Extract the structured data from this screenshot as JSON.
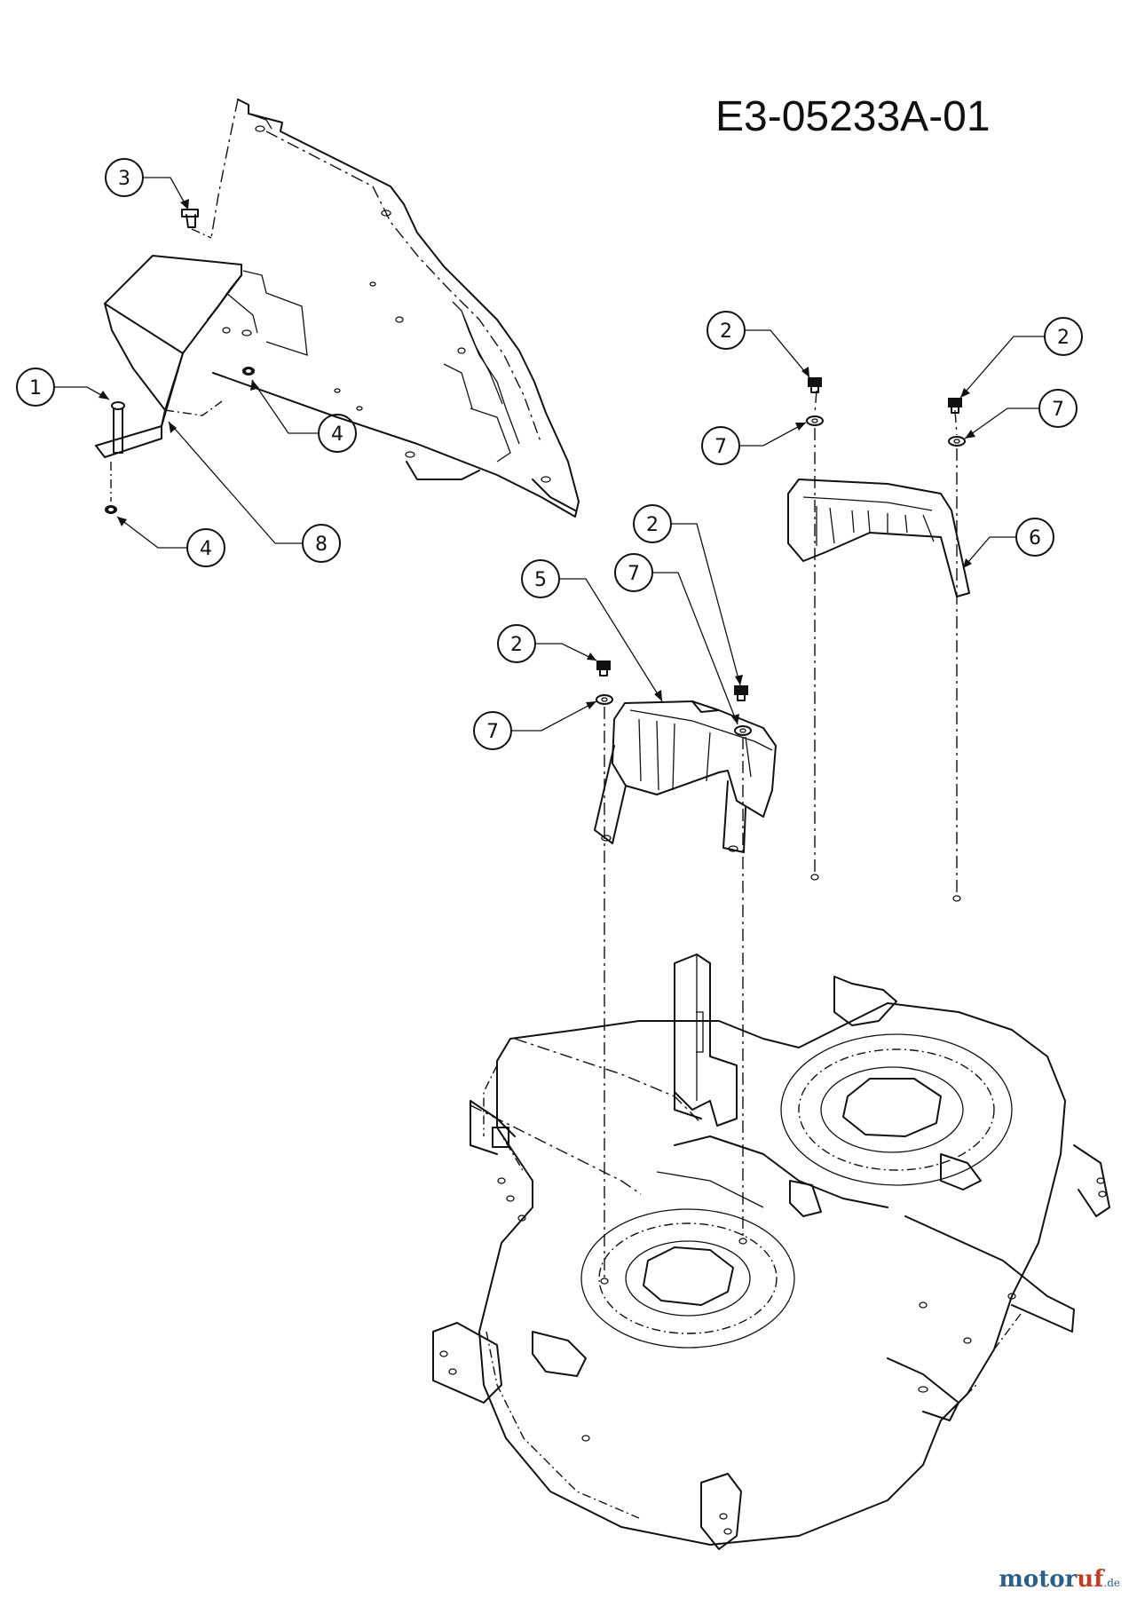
{
  "drawing_code": "E3-05233A-01",
  "brand": {
    "main": "motor",
    "accent": "uf",
    "suffix": ".de"
  },
  "callouts": [
    {
      "id": "callout-1a",
      "number": "1"
    },
    {
      "id": "callout-2a",
      "number": "2"
    },
    {
      "id": "callout-2b",
      "number": "2"
    },
    {
      "id": "callout-2c",
      "number": "2"
    },
    {
      "id": "callout-2d",
      "number": "2"
    },
    {
      "id": "callout-3a",
      "number": "3"
    },
    {
      "id": "callout-4a",
      "number": "4"
    },
    {
      "id": "callout-4b",
      "number": "4"
    },
    {
      "id": "callout-5a",
      "number": "5"
    },
    {
      "id": "callout-6a",
      "number": "6"
    },
    {
      "id": "callout-7a",
      "number": "7"
    },
    {
      "id": "callout-7b",
      "number": "7"
    },
    {
      "id": "callout-7c",
      "number": "7"
    },
    {
      "id": "callout-7d",
      "number": "7"
    },
    {
      "id": "callout-8a",
      "number": "8"
    }
  ]
}
